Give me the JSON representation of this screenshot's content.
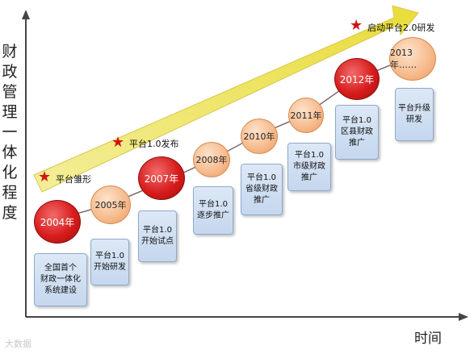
{
  "axes": {
    "y_label": "财政管理一体化程度",
    "x_label": "时间"
  },
  "watermark": "大数据",
  "milestones": [
    {
      "label": "平台雏形"
    },
    {
      "label": "平台1.0发布"
    },
    {
      "label": "启动平台2.0研发"
    }
  ],
  "nodes": [
    {
      "year": "2004年",
      "style": "red",
      "box": "全国首个\n财政一体化\n系统建设"
    },
    {
      "year": "2005年",
      "style": "orange",
      "box": "平台1.0\n开始研发"
    },
    {
      "year": "2007年",
      "style": "red",
      "box": "平台1.0\n开始试点"
    },
    {
      "year": "2008年",
      "style": "orange",
      "box": "平台1.0\n逐步推广"
    },
    {
      "year": "2010年",
      "style": "orange",
      "box": "平台1.0\n省级财政\n推广"
    },
    {
      "year": "2011年",
      "style": "orange",
      "box": "平台1.0\n市级财政\n推广"
    },
    {
      "year": "2012年",
      "style": "red",
      "box": "平台1.0\n区县财政\n推广"
    },
    {
      "year": "2013年……",
      "style": "orange",
      "box": "平台升级\n研发"
    }
  ]
}
